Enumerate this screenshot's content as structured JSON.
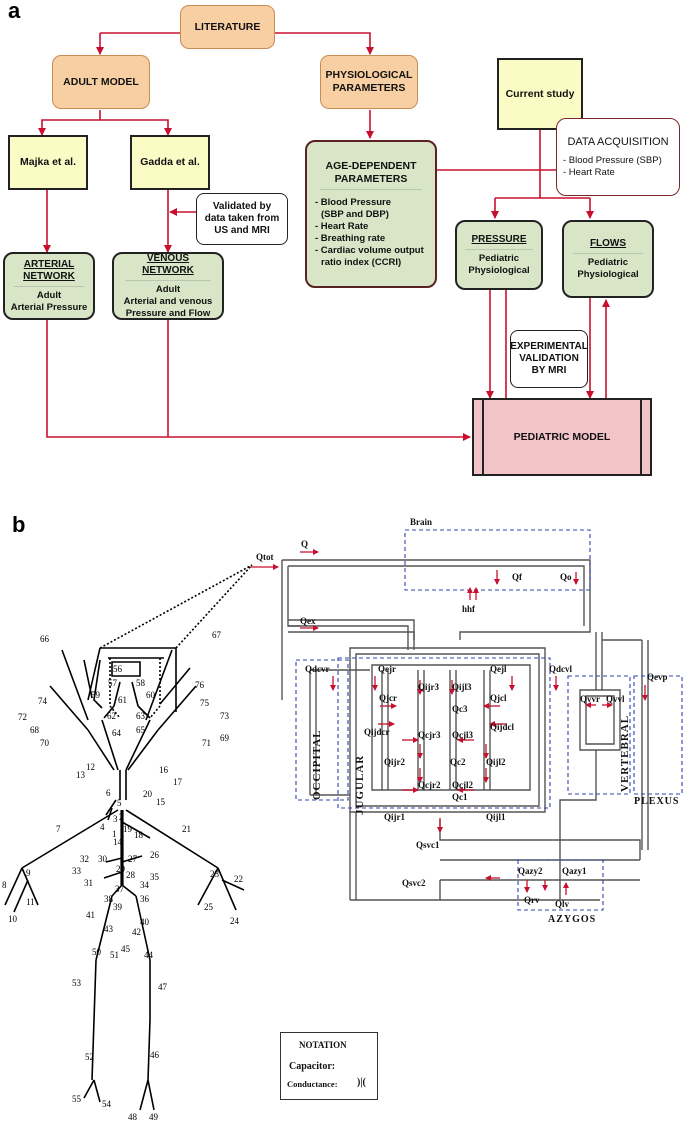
{
  "panel_a": {
    "letter": "a",
    "literature": "LITERATURE",
    "adult_model": "ADULT MODEL",
    "physiological_parameters": [
      "PHYSIOLOGICAL",
      "PARAMETERS"
    ],
    "current_study": "Current study",
    "majka": "Majka et al.",
    "gadda": "Gadda et al.",
    "validated": [
      "Validated by",
      "data taken from",
      "US and MRI"
    ],
    "age_dependent": {
      "title": [
        "AGE-DEPENDENT",
        "PARAMETERS"
      ],
      "items": [
        "- Blood Pressure",
        "(SBP and DBP)",
        "- Heart Rate",
        "- Breathing rate",
        "- Cardiac volume output",
        "ratio index (CCRI)"
      ]
    },
    "data_acquisition": {
      "title": "DATA ACQUISITION",
      "items": [
        "- Blood Pressure (SBP)",
        "- Heart Rate"
      ]
    },
    "arterial_network": {
      "title": [
        "ARTERIAL",
        "NETWORK"
      ],
      "body": [
        "Adult",
        "Arterial Pressure"
      ]
    },
    "venous_network": {
      "title": [
        "VENOUS",
        "NETWORK"
      ],
      "body": [
        "Adult",
        "Arterial and venous",
        "Pressure and Flow"
      ]
    },
    "pressure": {
      "title": "PRESSURE",
      "body": [
        "Pediatric",
        "Physiological"
      ]
    },
    "flows": {
      "title": "FLOWS",
      "body": [
        "Pediatric",
        "Physiological"
      ]
    },
    "experimental": [
      "EXPERIMENTAL",
      "VALIDATION",
      "BY MRI"
    ],
    "pediatric_model": "PEDIATRIC MODEL",
    "colors": {
      "orange": "#f8cfa3",
      "yellow": "#fbfbc5",
      "green": "#d8e6c7",
      "pink": "#f2c4c8",
      "arrow": "#c8102e",
      "dashed": "#3344aa"
    }
  },
  "panel_b": {
    "letter": "b",
    "labels": {
      "brain": "Brain",
      "qtot": "Qtot",
      "q": "Q",
      "qf": "Qf",
      "qo": "Qo",
      "hhf": "hhf",
      "qex": "Qex",
      "qdcvr": "Qdcvr",
      "qejr": "Qejr",
      "qejl": "Qejl",
      "qdcvl": "Qdcvl",
      "qijr3": "Qijr3",
      "qijl3": "Qijl3",
      "qjcr": "Qjcr",
      "qjcl": "Qjcl",
      "qc3": "Qc3",
      "qijdcr": "Qijdcr",
      "qijdcl": "Qijdcl",
      "qcjr3": "Qcjr3",
      "qcjl3": "Qcjl3",
      "qijr2": "Qijr2",
      "qc2": "Qc2",
      "qijl2": "Qijl2",
      "qcjr2": "Qcjr2",
      "qcjl2": "Qcjl2",
      "qc1": "Qc1",
      "qijr1": "Qijr1",
      "qijl1": "Qijl1",
      "qvvr": "Qvvr",
      "qvvl": "Qvvl",
      "qevp": "Qevp",
      "qsvc1": "Qsvc1",
      "qsvc2": "Qsvc2",
      "qazy2": "Qazy2",
      "qazy1": "Qazy1",
      "qrv": "Qrv",
      "qlv": "Qlv",
      "occipital": "OCCIPITAL",
      "jugular": "JUGULAR",
      "vertebral": "VERTEBRAL",
      "plexus": "PLEXUS",
      "azygos": "AZYGOS"
    },
    "notation": {
      "title": "NOTATION",
      "capacitor": "Capacitor:",
      "conductance": "Conductance:",
      "conductance_symbol": ")|("
    },
    "segment_numbers": [
      "1",
      "2",
      "3",
      "4",
      "5",
      "6",
      "7",
      "8",
      "9",
      "10",
      "11",
      "12",
      "13",
      "14",
      "15",
      "16",
      "17",
      "18",
      "19",
      "20",
      "21",
      "22",
      "23",
      "24",
      "25",
      "26",
      "27",
      "28",
      "29",
      "30",
      "31",
      "32",
      "33",
      "34",
      "35",
      "36",
      "37",
      "38",
      "39",
      "40",
      "41",
      "42",
      "43",
      "44",
      "45",
      "46",
      "47",
      "48",
      "49",
      "50",
      "51",
      "52",
      "53",
      "54",
      "55",
      "56",
      "57",
      "58",
      "59",
      "60",
      "61",
      "62",
      "63",
      "64",
      "65",
      "66",
      "67",
      "68",
      "69",
      "70",
      "71",
      "72",
      "73",
      "74",
      "75",
      "76"
    ]
  }
}
